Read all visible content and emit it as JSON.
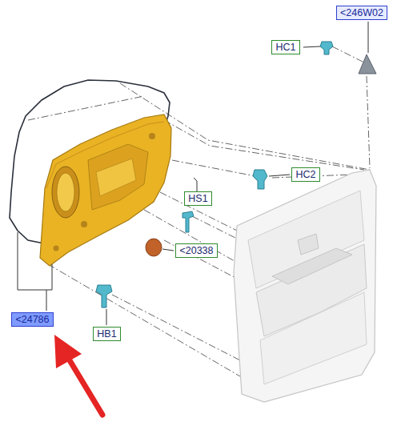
{
  "diagram": {
    "nodes": [
      {
        "text": [
          "<246W02"
        ]
      },
      {
        "text": [
          "HC1"
        ]
      },
      {
        "text": [
          "HC2"
        ]
      },
      {
        "text": [
          "HS1"
        ]
      },
      {
        "text": [
          "<20338"
        ]
      },
      {
        "text": [
          "HB1"
        ]
      },
      {
        "text": [
          "<24786"
        ]
      }
    ]
  }
}
